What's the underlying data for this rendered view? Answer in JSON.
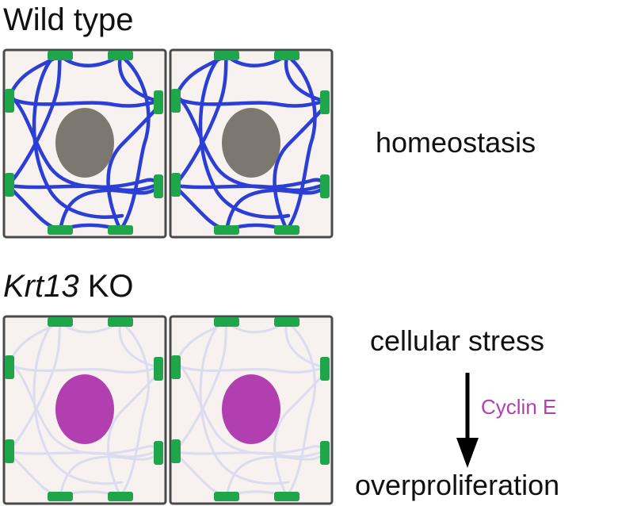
{
  "colors": {
    "cell_fill": "#f7f1ef",
    "cell_border": "#4a4a4a",
    "junction": "#1fa64a",
    "keratin_wt": "#2b3fd6",
    "keratin_ko": "#dcdcef",
    "nucleus_wt": "#7d786f",
    "nucleus_ko": "#b23fb0",
    "cyclin_text": "#b23fb0",
    "arrow": "#000000"
  },
  "wild_type": {
    "title": "Wild type",
    "outcome": "homeostasis"
  },
  "knockout": {
    "title_gene": "Krt13",
    "title_suffix": " KO",
    "stress": "cellular stress",
    "mediator": "Cyclin E",
    "outcome": "overproliferation"
  }
}
